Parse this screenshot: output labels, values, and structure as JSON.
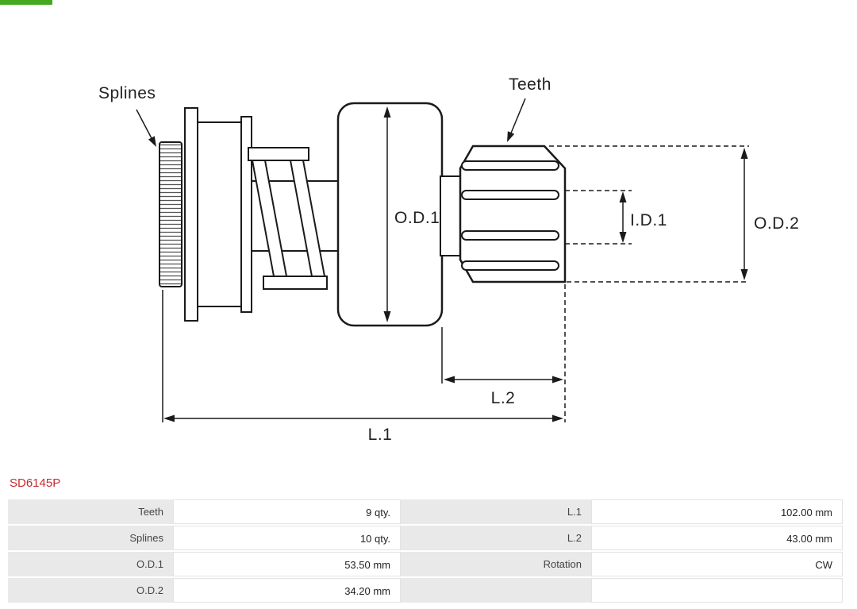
{
  "part_number": "SD6145P",
  "diagram": {
    "labels": {
      "splines": "Splines",
      "teeth": "Teeth",
      "od1": "O.D.1",
      "id1": "I.D.1",
      "od2": "O.D.2",
      "l1": "L.1",
      "l2": "L.2"
    }
  },
  "colors": {
    "line": "#1a1a1a",
    "part_number_red": "#c52b30",
    "table_label_bg": "#e9e9e9",
    "logo_green": "#45a81e"
  },
  "table": {
    "rows": [
      {
        "label1": "Teeth",
        "value1": "9 qty.",
        "label2": "L.1",
        "value2": "102.00 mm"
      },
      {
        "label1": "Splines",
        "value1": "10 qty.",
        "label2": "L.2",
        "value2": "43.00 mm"
      },
      {
        "label1": "O.D.1",
        "value1": "53.50 mm",
        "label2": "Rotation",
        "value2": "CW"
      },
      {
        "label1": "O.D.2",
        "value1": "34.20 mm",
        "label2": "",
        "value2": ""
      }
    ]
  }
}
